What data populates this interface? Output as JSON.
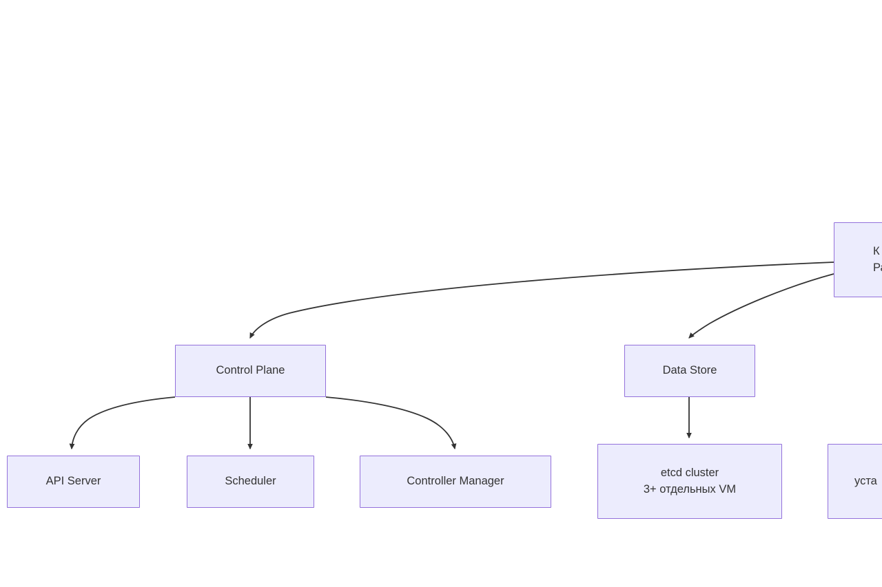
{
  "diagram": {
    "type": "flowchart",
    "direction": "top-down",
    "background_color": "#ffffff",
    "node_fill_color": "#ececfd",
    "node_border_color": "#9370db",
    "edge_color": "#333333",
    "text_color": "#333333",
    "nodes": [
      {
        "id": "root",
        "lines": [
          "К",
          "Раз"
        ],
        "clipped": true,
        "clipped_edge": "right"
      },
      {
        "id": "control-plane",
        "lines": [
          "Control Plane"
        ],
        "clipped": false
      },
      {
        "id": "data-store",
        "lines": [
          "Data Store"
        ],
        "clipped": false
      },
      {
        "id": "api-server",
        "lines": [
          "API Server"
        ],
        "clipped": true,
        "clipped_edge": "left"
      },
      {
        "id": "scheduler",
        "lines": [
          "Scheduler"
        ],
        "clipped": false
      },
      {
        "id": "controller-manager",
        "lines": [
          "Controller Manager"
        ],
        "clipped": false
      },
      {
        "id": "etcd",
        "lines": [
          "etcd cluster",
          "3+ отдельных VM"
        ],
        "clipped": false
      },
      {
        "id": "worker",
        "lines": [
          "уста"
        ],
        "clipped": true,
        "clipped_edge": "right"
      }
    ],
    "edges": [
      {
        "from": "root",
        "to": "control-plane",
        "style": "curved",
        "arrow": "triangle"
      },
      {
        "from": "root",
        "to": "data-store",
        "style": "curved",
        "arrow": "triangle"
      },
      {
        "from": "control-plane",
        "to": "api-server",
        "style": "curved",
        "arrow": "triangle"
      },
      {
        "from": "control-plane",
        "to": "scheduler",
        "style": "straight",
        "arrow": "triangle"
      },
      {
        "from": "control-plane",
        "to": "controller-manager",
        "style": "curved",
        "arrow": "triangle"
      },
      {
        "from": "data-store",
        "to": "etcd",
        "style": "straight",
        "arrow": "triangle"
      }
    ]
  }
}
